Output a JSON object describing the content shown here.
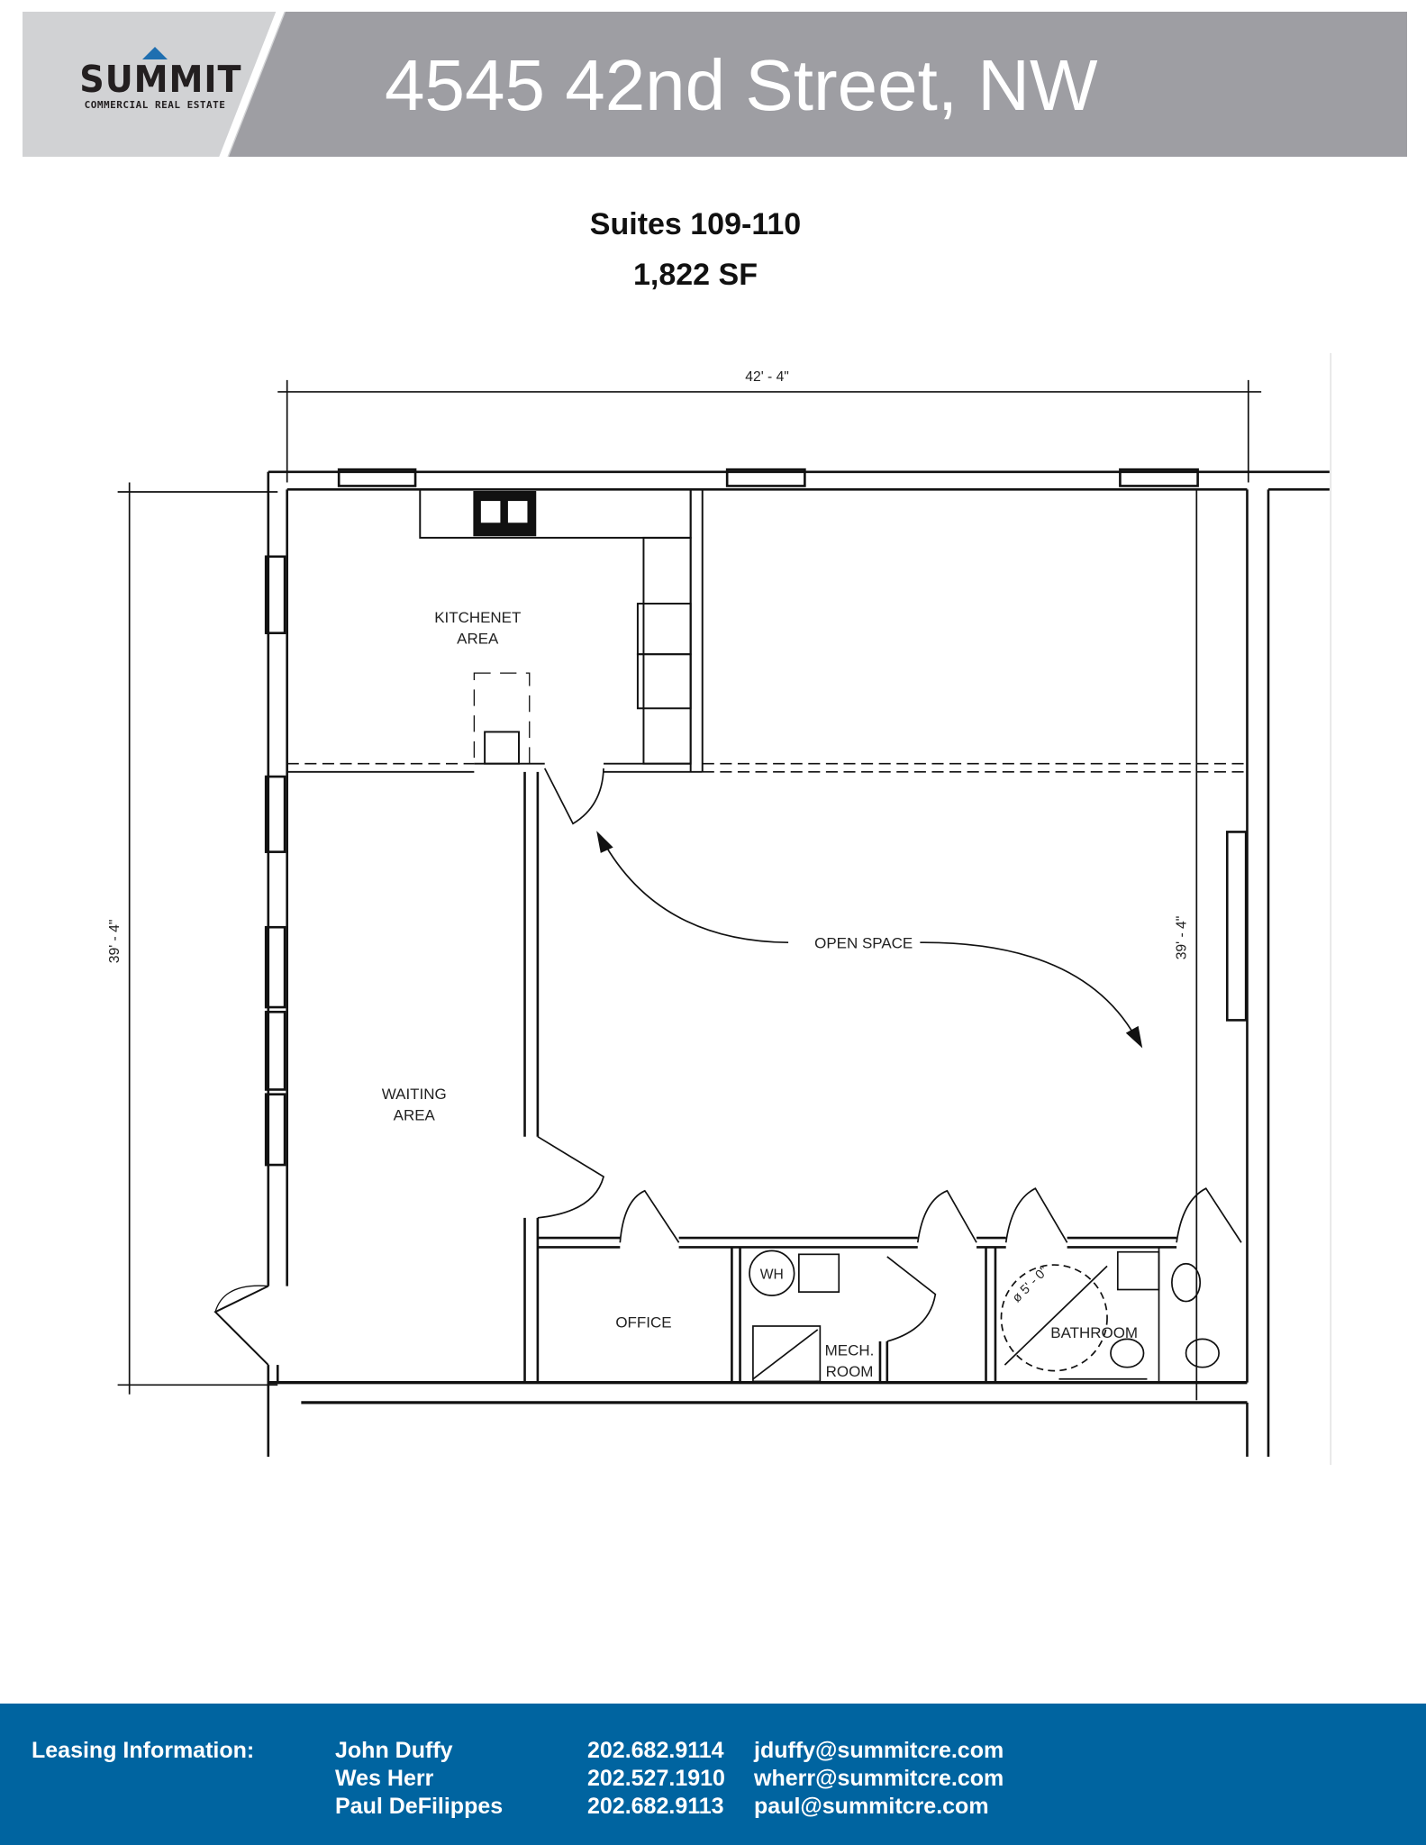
{
  "header": {
    "logo": {
      "name": "SUMMIT",
      "tagline": "COMMERCIAL REAL ESTATE",
      "accent_color": "#1f6fb0"
    },
    "title": "4545 42nd Street, NW"
  },
  "listing": {
    "suites": "Suites 109-110",
    "area": "1,822 SF"
  },
  "floor_plan": {
    "width_dimension": "42' - 4\"",
    "depth_dimension_left": "39' - 4\"",
    "depth_dimension_right": "39' - 4\"",
    "rooms": {
      "kitchenet_line1": "KITCHENET",
      "kitchenet_line2": "AREA",
      "open_space": "OPEN SPACE",
      "waiting_line1": "WAITING",
      "waiting_line2": "AREA",
      "office": "OFFICE",
      "mech_line1": "MECH.",
      "mech_line2": "ROOM",
      "bathroom": "BATHROOM",
      "water_heater": "WH",
      "turning_circle": "ø 5' - 0\""
    }
  },
  "footer": {
    "label": "Leasing Information:",
    "contacts": [
      {
        "name": "John Duffy",
        "phone": "202.682.9114",
        "email": "jduffy@summitcre.com"
      },
      {
        "name": "Wes Herr",
        "phone": "202.527.1910",
        "email": "wherr@summitcre.com"
      },
      {
        "name": "Paul DeFilippes",
        "phone": "202.682.9113",
        "email": "paul@summitcre.com"
      }
    ],
    "background_color": "#0064a0"
  }
}
